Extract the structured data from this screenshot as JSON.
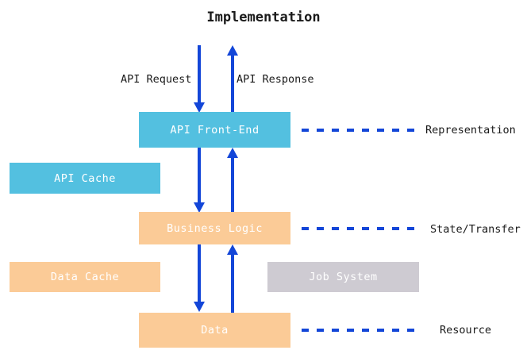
{
  "diagram": {
    "title": "Implementation",
    "colors": {
      "blue_box": "#53c0e0",
      "peach_box": "#fbcb97",
      "grey_box": "#cecbd2",
      "arrow_blue": "#1346d8",
      "box_text": "#ffffff",
      "label_text": "#1a1a1a",
      "background": "#ffffff"
    },
    "boxes": [
      {
        "id": "api-front-end",
        "label": "API Front-End",
        "color": "blue"
      },
      {
        "id": "api-cache",
        "label": "API Cache",
        "color": "blue"
      },
      {
        "id": "business-logic",
        "label": "Business Logic",
        "color": "peach"
      },
      {
        "id": "data-cache",
        "label": "Data Cache",
        "color": "peach"
      },
      {
        "id": "job-system",
        "label": "Job System",
        "color": "grey"
      },
      {
        "id": "data",
        "label": "Data",
        "color": "peach"
      }
    ],
    "edge_labels": [
      {
        "id": "api-request",
        "label": "API Request",
        "direction": "down"
      },
      {
        "id": "api-response",
        "label": "API Response",
        "direction": "up"
      }
    ],
    "side_labels": [
      {
        "id": "representation",
        "label": "Representation"
      },
      {
        "id": "state-transfer",
        "label": "State/Transfer"
      },
      {
        "id": "resource",
        "label": "Resource"
      }
    ]
  }
}
